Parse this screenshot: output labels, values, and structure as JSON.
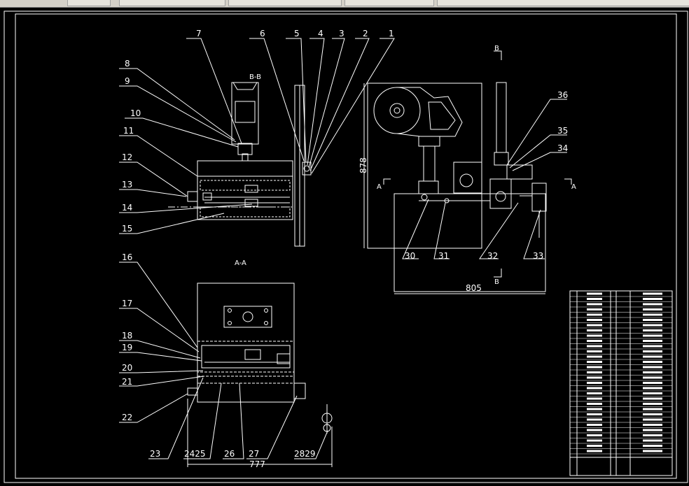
{
  "labels": {
    "l1": "1",
    "l2": "2",
    "l3": "3",
    "l4": "4",
    "l5": "5",
    "l6": "6",
    "l7": "7",
    "l8": "8",
    "l9": "9",
    "l10": "10",
    "l11": "11",
    "l12": "12",
    "l13": "13",
    "l14": "14",
    "l15": "15",
    "l16": "16",
    "l17": "17",
    "l18": "18",
    "l19": "19",
    "l20": "20",
    "l21": "21",
    "l22": "22",
    "l23": "23",
    "l2425": "2425",
    "l26": "26",
    "l27": "27",
    "l2829": "2829",
    "l30": "30",
    "l31": "31",
    "l32": "32",
    "l33": "33",
    "l34": "34",
    "l35": "35",
    "l36": "36"
  },
  "sections": {
    "bb": "B-B",
    "aa": "A-A",
    "b_top": "B",
    "b_bottom": "B",
    "a_left": "A",
    "a_right": "A"
  },
  "dims": {
    "width_right": "805",
    "height_right": "878",
    "width_bottom": "777"
  },
  "colors": {
    "line": "#ffffff",
    "background": "#000000",
    "toolbar": "#d4d0c8"
  }
}
